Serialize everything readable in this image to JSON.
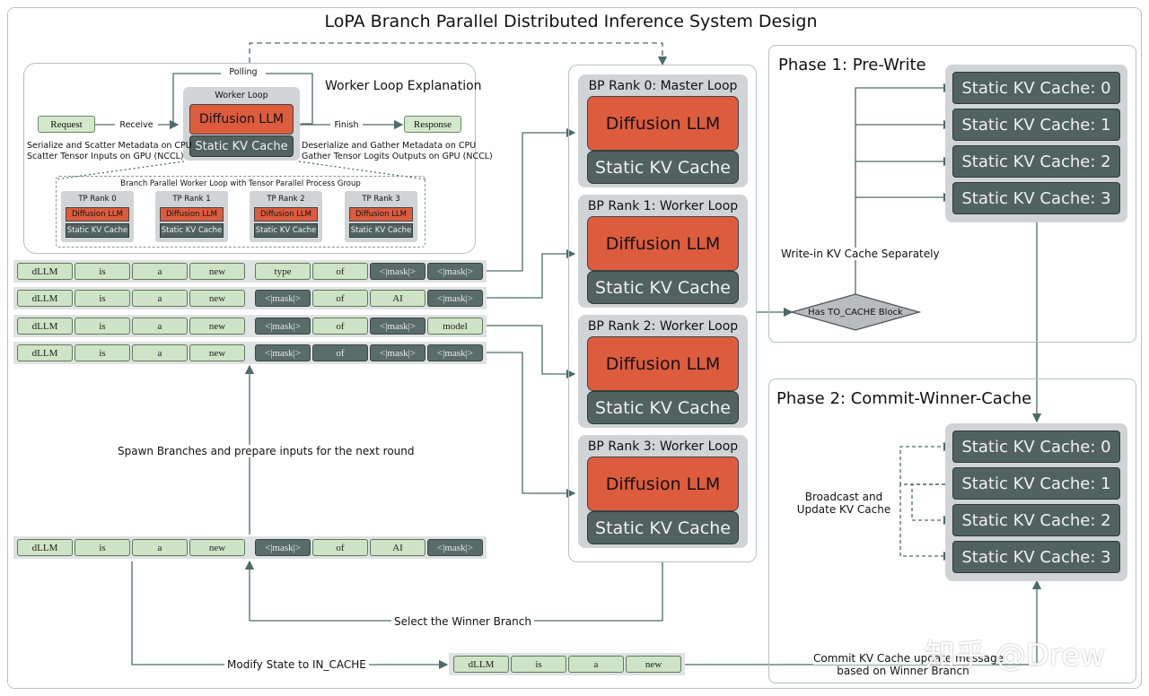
{
  "title": "LoPA Branch Parallel Distributed Inference System Design",
  "worker_box": {
    "title": "Worker Loop Explanation",
    "polling": "Polling",
    "worker_loop": "Worker Loop",
    "diffusion_llm": "Diffusion LLM",
    "static_kv": "Static KV Cache",
    "request": "Request",
    "receive": "Receive",
    "finish": "Finish",
    "response": "Response",
    "left_note_1": "Serialize and Scatter Metadata on CPU",
    "left_note_2": "Scatter Tensor Inputs on GPU (NCCL)",
    "right_note_1": "Deserialize and Gather Metadata on CPU",
    "right_note_2": "Gather Tensor Logits Outputs on GPU (NCCL)",
    "tp_group_title": "Branch Parallel Worker Loop with Tensor Parallel Process Group",
    "tp_ranks": [
      {
        "name": "TP Rank 0",
        "llm": "Diffusion LLM",
        "kv": "Static KV Cache"
      },
      {
        "name": "TP Rank 1",
        "llm": "Diffusion LLM",
        "kv": "Static KV Cache"
      },
      {
        "name": "TP Rank 2",
        "llm": "Diffusion LLM",
        "kv": "Static KV Cache"
      },
      {
        "name": "TP Rank 3",
        "llm": "Diffusion LLM",
        "kv": "Static KV Cache"
      }
    ]
  },
  "branches": [
    [
      "dLLM",
      "is",
      "a",
      "new",
      "type",
      "of",
      "<|mask|>",
      "<|mask|>"
    ],
    [
      "dLLM",
      "is",
      "a",
      "new",
      "<|mask|>",
      "of",
      "AI",
      "<|mask|>"
    ],
    [
      "dLLM",
      "is",
      "a",
      "new",
      "<|mask|>",
      "of",
      "<|mask|>",
      "model"
    ],
    [
      "dLLM",
      "is",
      "a",
      "new",
      "<|mask|>",
      "of",
      "<|mask|>",
      "<|mask|>"
    ]
  ],
  "spawn_label": "Spawn Branches and prepare inputs for the next round",
  "base_row": [
    "dLLM",
    "is",
    "a",
    "new",
    "<|mask|>",
    "of",
    "AI",
    "<|mask|>"
  ],
  "select_label": "Select the Winner Branch",
  "modify_label": "Modify State to IN_CACHE",
  "cache_row": [
    "dLLM",
    "is",
    "a",
    "new"
  ],
  "commit_label_1": "Commit KV Cache update message",
  "commit_label_2": "based on Winner Branch",
  "bp_ranks": [
    {
      "title": "BP Rank 0: Master Loop",
      "llm": "Diffusion LLM",
      "kv": "Static KV Cache"
    },
    {
      "title": "BP Rank 1: Worker Loop",
      "llm": "Diffusion LLM",
      "kv": "Static KV Cache"
    },
    {
      "title": "BP Rank 2: Worker Loop",
      "llm": "Diffusion LLM",
      "kv": "Static KV Cache"
    },
    {
      "title": "BP Rank 3: Worker Loop",
      "llm": "Diffusion LLM",
      "kv": "Static KV Cache"
    }
  ],
  "phase1": {
    "title": "Phase 1: Pre-Write",
    "caches": [
      "Static KV Cache: 0",
      "Static KV Cache: 1",
      "Static KV Cache: 2",
      "Static KV Cache: 3"
    ],
    "write_label": "Write-in KV Cache Separately",
    "decision": "Has TO_CACHE Block"
  },
  "phase2": {
    "title": "Phase 2: Commit-Winner-Cache",
    "caches": [
      "Static KV Cache: 0",
      "Static KV Cache: 1",
      "Static KV Cache: 2",
      "Static KV Cache: 3"
    ],
    "broadcast_1": "Broadcast and",
    "broadcast_2": "Update KV Cache"
  },
  "watermark": "知乎 @Drew",
  "colors": {
    "orange": "#dd5c3e",
    "dark": "#516260",
    "token": "#cfe3c6",
    "arrow": "#4d6b68"
  }
}
